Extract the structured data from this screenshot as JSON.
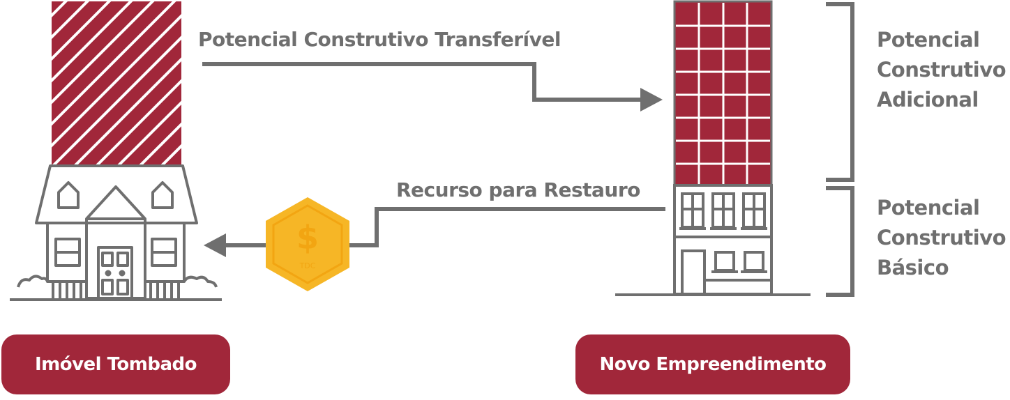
{
  "diagram": {
    "labels": {
      "transfer": "Potencial Construtivo Transferível",
      "resource": "Recurso para Restauro"
    },
    "right_brackets": {
      "additional": [
        "Potencial",
        "Construtivo",
        "Adicional"
      ],
      "basic": [
        "Potencial",
        "Construtivo",
        "Básico"
      ]
    },
    "coin": {
      "symbol": "$",
      "text": "TDC"
    },
    "buttons": {
      "left": "Imóvel Tombado",
      "right": "Novo Empreendimento"
    },
    "colors": {
      "accent": "#a1273a",
      "gray": "#6f6f6f",
      "coin": "#f6b626"
    }
  }
}
